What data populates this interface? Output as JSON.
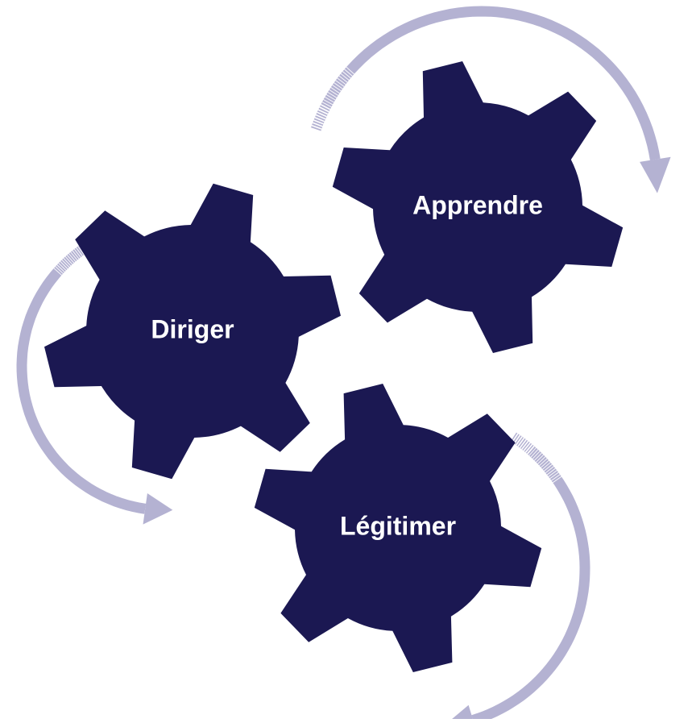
{
  "colors": {
    "gear_fill": "#1b1852",
    "arrow_fill": "#b4b2d2",
    "label_text": "#ffffff",
    "background": "#ffffff"
  },
  "gears": [
    {
      "id": "apprendre",
      "label": "Apprendre"
    },
    {
      "id": "diriger",
      "label": "Diriger"
    },
    {
      "id": "legitimer",
      "label": "Légitimer"
    }
  ],
  "cycle_arrows": [
    {
      "id": "arrow-apprendre",
      "direction": "clockwise"
    },
    {
      "id": "arrow-diriger",
      "direction": "counter-clockwise"
    },
    {
      "id": "arrow-legitimer",
      "direction": "clockwise"
    }
  ]
}
